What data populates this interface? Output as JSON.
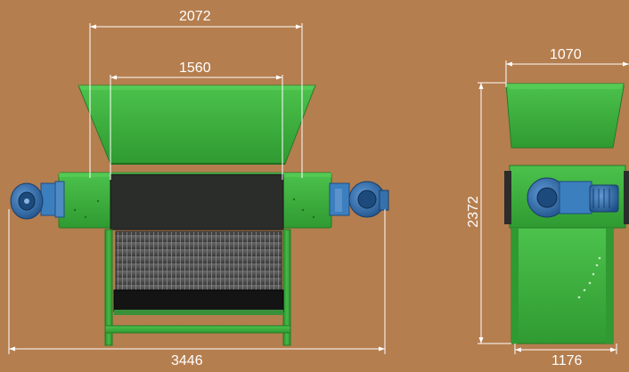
{
  "dimensions": {
    "hopper_top_width": "2072",
    "hopper_inner_width": "1560",
    "overall_length": "3446",
    "side_top_width": "1070",
    "overall_height": "2372",
    "side_base_width": "1176"
  },
  "colors": {
    "background": "#b57e4f",
    "machine_green": "#3aa83a",
    "motor_blue": "#2b6aa8",
    "dimension_line": "#ffffff"
  }
}
